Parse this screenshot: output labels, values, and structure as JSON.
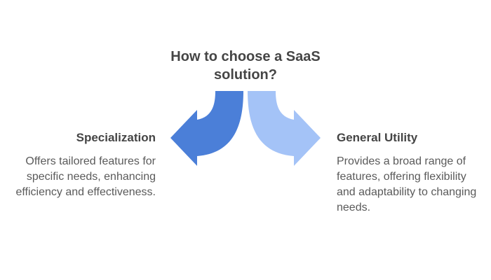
{
  "title": "How to choose a SaaS\nsolution?",
  "branches": {
    "left": {
      "heading": "Specialization",
      "description": "Offers tailored features for\nspecific needs, enhancing\nefficiency and effectiveness."
    },
    "right": {
      "heading": "General Utility",
      "description": "Provides a broad range of\nfeatures, offering flexibility\nand adaptability to changing\nneeds."
    }
  },
  "icons": {
    "left_arrow": "curved-arrow-left-icon",
    "right_arrow": "curved-arrow-right-icon"
  },
  "colors": {
    "background": "#ffffff",
    "heading_text": "#454545",
    "body_text": "#5a5a5a",
    "left_arrow": "#4b7fd8",
    "right_arrow": "#a4c3f7"
  }
}
